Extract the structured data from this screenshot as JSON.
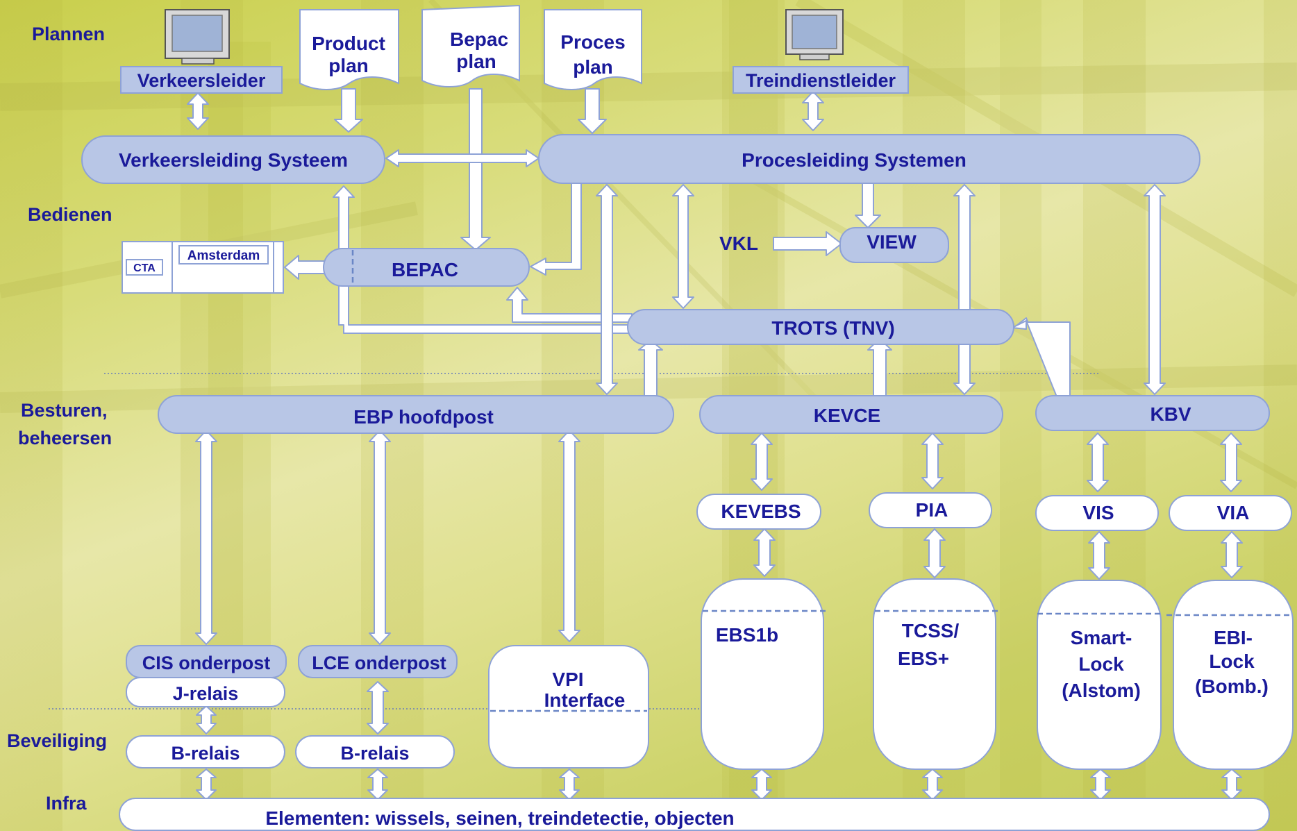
{
  "levels": {
    "plannen": "Plannen",
    "bedienen": "Bedienen",
    "besturen_1": "Besturen,",
    "besturen_2": "beheersen",
    "beveiliging": "Beveiliging",
    "infra": "Infra"
  },
  "top": {
    "verkeersleider": "Verkeersleider",
    "product_plan_1": "Product",
    "product_plan_2": "plan",
    "bepac_plan_1": "Bepac",
    "bepac_plan_2": "plan",
    "proces_plan_1": "Proces",
    "proces_plan_2": "plan",
    "treindienstleider": "Treindienstleider"
  },
  "systems": {
    "verkeersleiding": "Verkeersleiding Systeem",
    "procesleiding": "Procesleiding Systemen",
    "vkl": "VKL",
    "view": "VIEW",
    "bepac": "BEPAC",
    "cta": "CTA",
    "amsterdam": "Amsterdam",
    "trots": "TROTS (TNV)",
    "ebp": "EBP hoofdpost",
    "kevce": "KEVCE",
    "kbv": "KBV",
    "kevebs": "KEVEBS",
    "pia": "PIA",
    "vis": "VIS",
    "via": "VIA",
    "cis": "CIS onderpost",
    "lce": "LCE onderpost",
    "jrelais": "J-relais",
    "brelais_1": "B-relais",
    "brelais_2": "B-relais",
    "vpi_1": "VPI",
    "vpi_2": "Interface",
    "ebs1b": "EBS1b",
    "tcss_1": "TCSS/",
    "tcss_2": "EBS+",
    "smart_1": "Smart-",
    "smart_2": "Lock",
    "smart_3": "(Alstom)",
    "ebi_1": "EBI-",
    "ebi_2": "Lock",
    "ebi_3": "(Bomb.)",
    "elementen": "Elementen: wissels, seinen, treindetectie, objecten"
  },
  "colors": {
    "text": "#1a1a9a",
    "box_blue": "#b8c6e6",
    "border": "#8ea2d6",
    "background": "#d8dc7a"
  }
}
